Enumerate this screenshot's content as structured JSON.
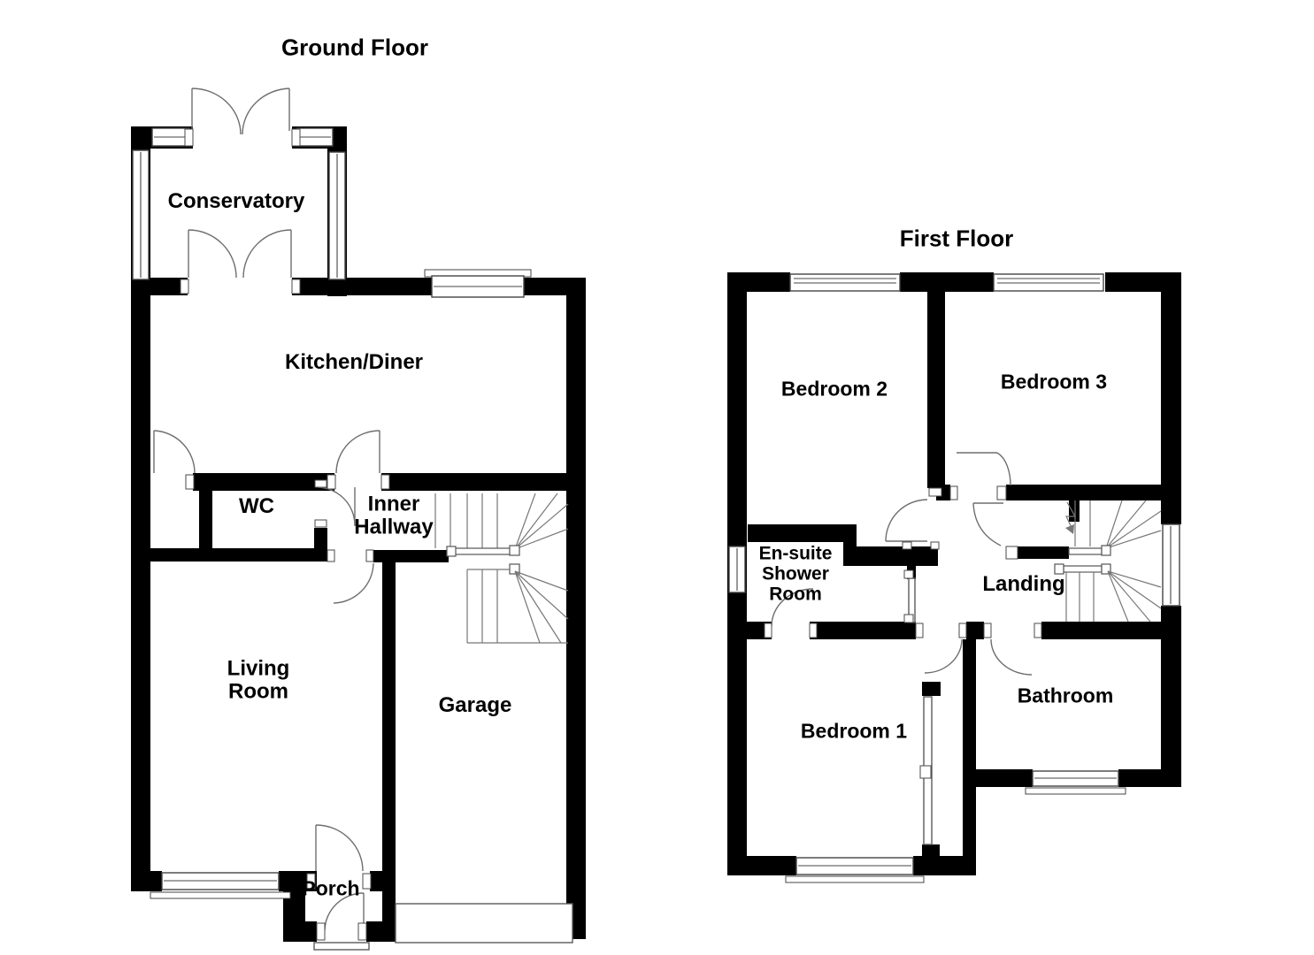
{
  "colors": {
    "wall": "#000000",
    "line_door": "#6e6e6e",
    "line_stair": "#787878",
    "line_window": "#454545",
    "text": "#000000",
    "background": "#ffffff"
  },
  "ground_floor": {
    "title": "Ground Floor",
    "rooms": {
      "conservatory": "Conservatory",
      "kitchen_diner": "Kitchen/Diner",
      "wc": "WC",
      "inner_hallway": "Inner Hallway",
      "living_room": "Living Room",
      "garage": "Garage",
      "porch": "Porch"
    }
  },
  "first_floor": {
    "title": "First Floor",
    "rooms": {
      "bedroom2": "Bedroom 2",
      "bedroom3": "Bedroom 3",
      "ensuite": "En-suite Shower Room",
      "landing": "Landing",
      "bedroom1": "Bedroom 1",
      "bathroom": "Bathroom"
    }
  }
}
